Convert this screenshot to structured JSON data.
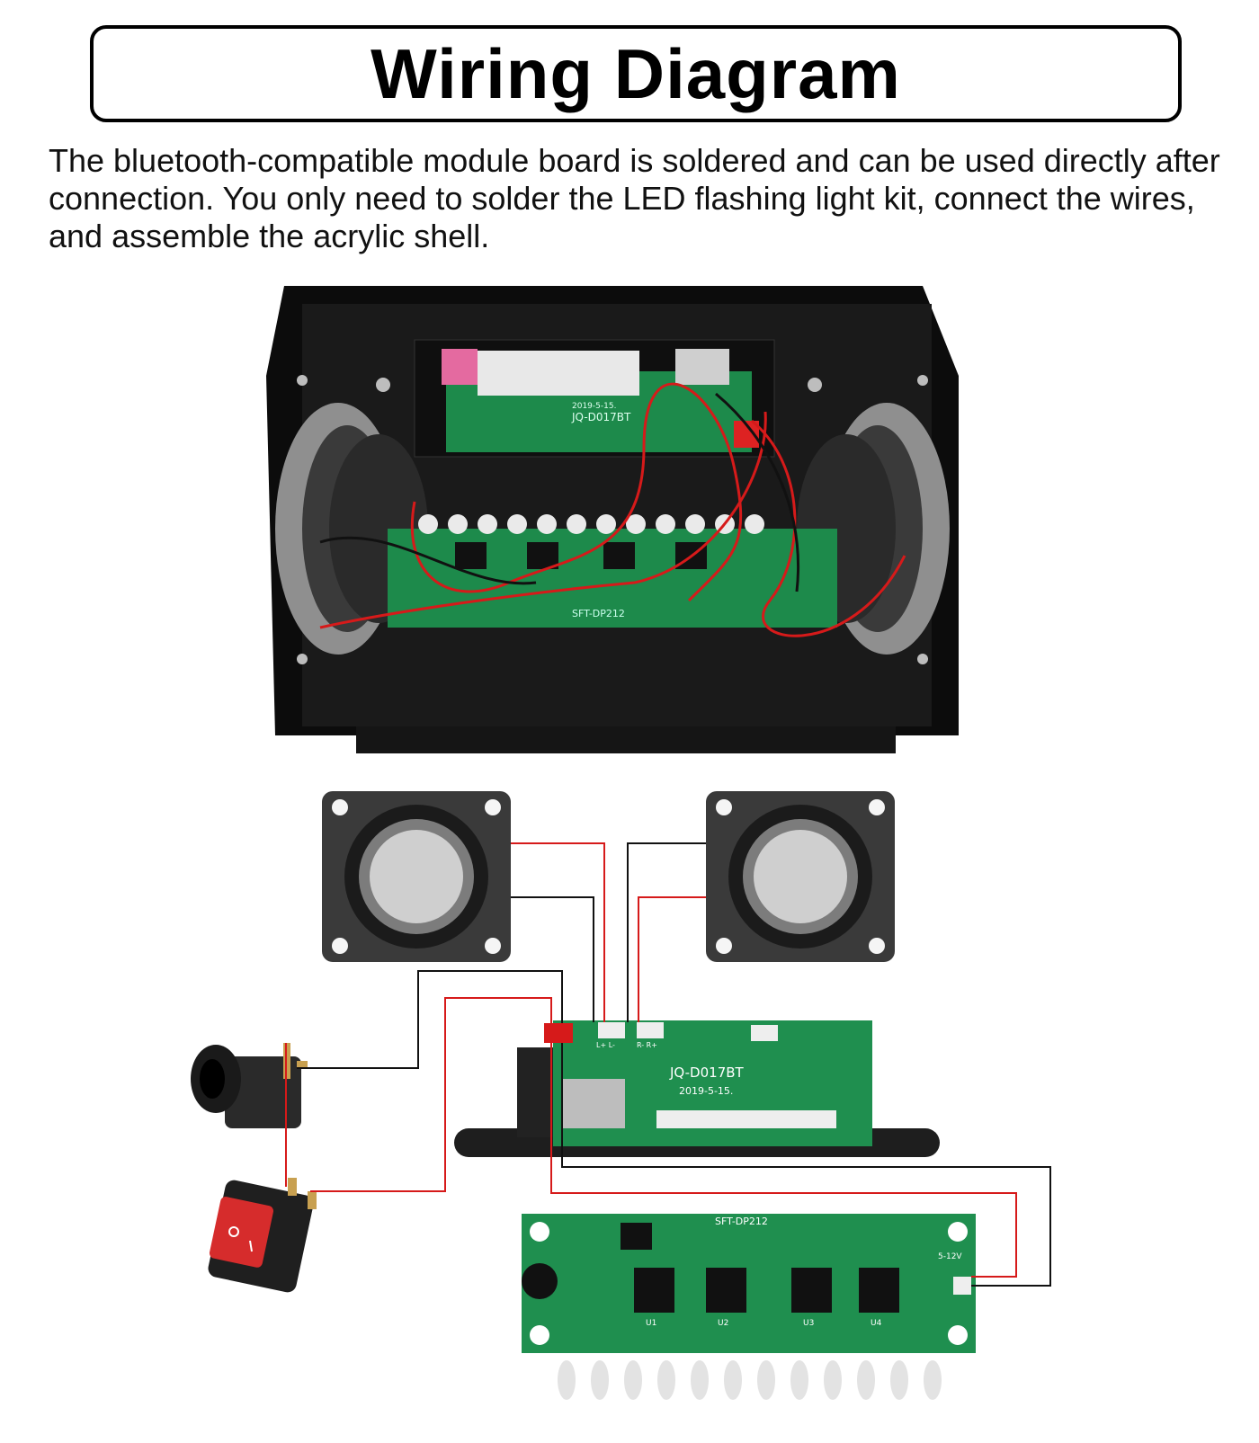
{
  "header": {
    "title": "Wiring Diagram"
  },
  "description": {
    "text": "The bluetooth-compatible module board is soldered and can be used directly after connection. You only need to solder the LED flashing light kit, connect the wires, and assemble the acrylic shell."
  },
  "photo": {
    "board_label": "JQ-D017BT",
    "board_date": "2019-5-15.",
    "led_board_label": "SFT-DP212"
  },
  "diagram": {
    "bt_module": {
      "model": "JQ-D017BT",
      "date": "2019-5-15.",
      "left_connector": "L+ L-",
      "right_connector": "R- R+"
    },
    "led_board": {
      "model": "SFT-DP212",
      "voltage": "5-12V",
      "chips": [
        "U1",
        "U2",
        "U3",
        "U4"
      ]
    },
    "colors": {
      "positive_wire": "#d61a1a",
      "negative_wire": "#111111",
      "pcb_green": "#1f8f4f",
      "speaker_frame": "#3a3a3a"
    }
  }
}
